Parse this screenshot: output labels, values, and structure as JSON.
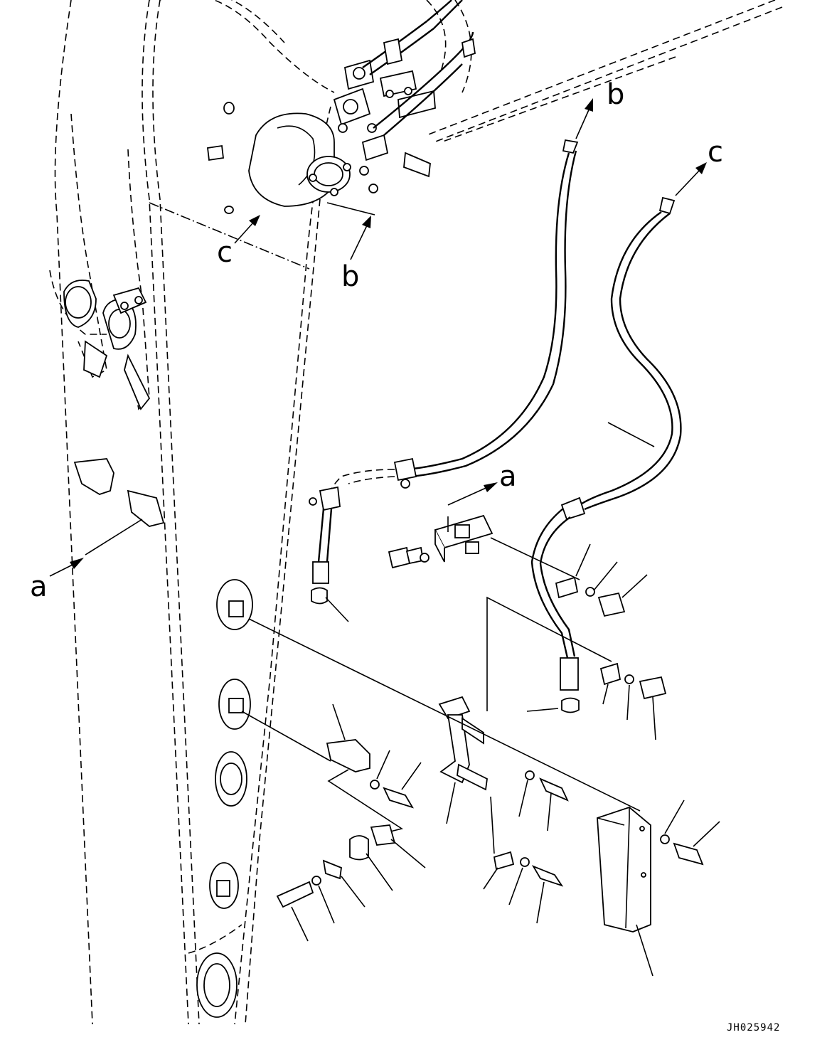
{
  "callouts": {
    "a_left": "a",
    "a_right": "a",
    "b_top": "b",
    "b_mid": "b",
    "c_top": "c",
    "c_mid": "c"
  },
  "drawing_code": "JH025942"
}
